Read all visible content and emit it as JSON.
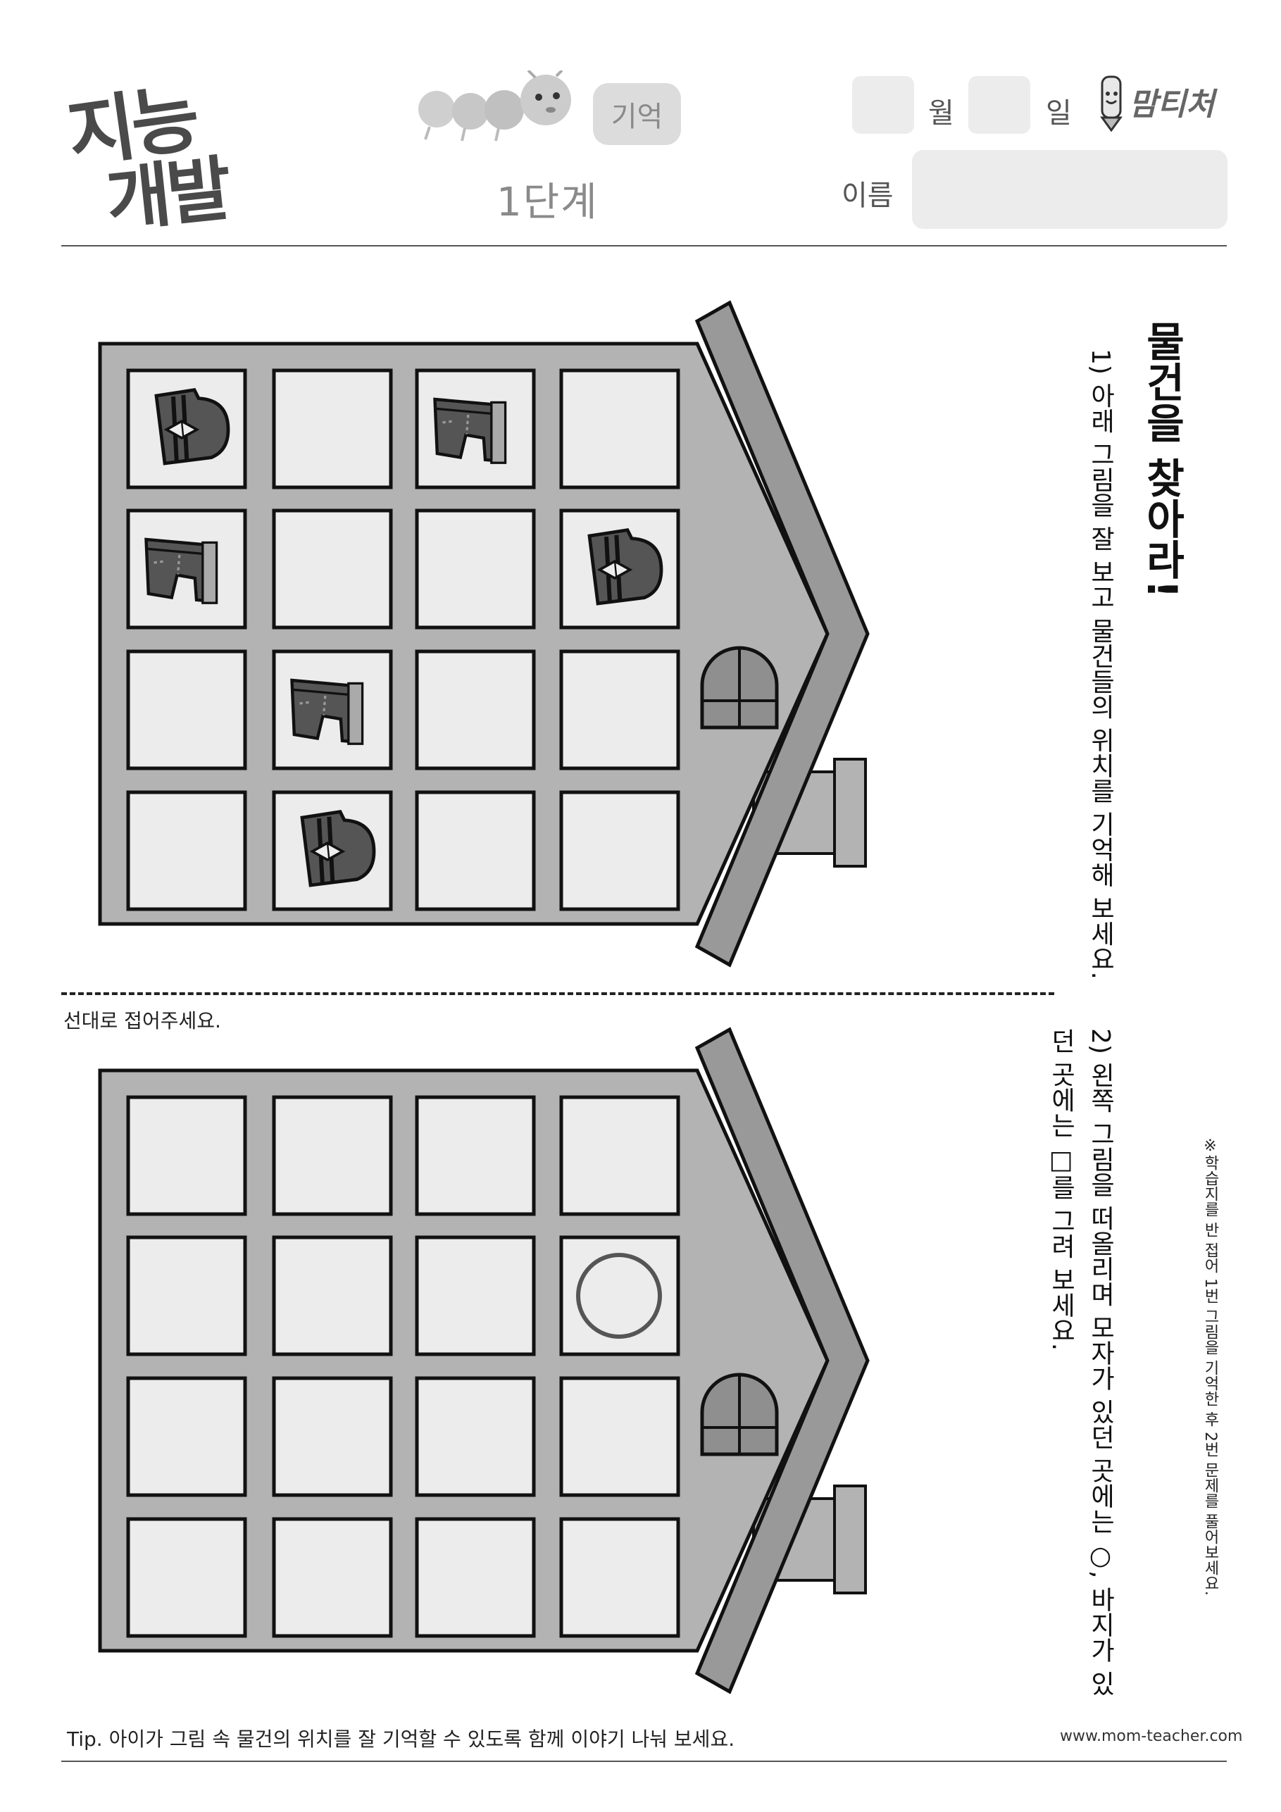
{
  "header": {
    "logo_line1": "지능",
    "logo_line2": "개발",
    "category_badge": "기억",
    "level": "1단계",
    "month_label": "월",
    "day_label": "일",
    "name_label": "이름",
    "brand": "맘티처"
  },
  "title": "물건을 찾아라!",
  "instruction_1": "1) 아래 그림을 잘 보고 물건들의 위치를 기억해 보세요.",
  "instruction_2": "2) 왼쪽 그림을 떠올리며 모자가 있던 곳에는 ○, 바지가 있던 곳에는 □를 그려 보세요.",
  "side_note": "※학습지를 반 접어 1번 그림을 기억한 후 2번 문제를 풀어보세요.",
  "fold_text": "선대로 접어주세요.",
  "tip": "Tip. 아이가 그림 속 물건의 위치를 잘 기억할 수 있도록 함께 이야기 나눠 보세요.",
  "website": "www.mom-teacher.com",
  "icons": [
    "caterpillar-icon",
    "pencil-mascot-icon",
    "hat-icon",
    "pants-icon",
    "circle-mark-icon",
    "half-round-window-icon"
  ],
  "colors": {
    "building": "#b3b3b3",
    "window": "#ececec",
    "outline": "#111111",
    "item": "#555555"
  },
  "grid_top": [
    [
      "hat",
      "",
      "pants",
      ""
    ],
    [
      "pants",
      "",
      "",
      "hat"
    ],
    [
      "",
      "pants",
      "",
      ""
    ],
    [
      "",
      "hat",
      "",
      ""
    ]
  ],
  "grid_bottom": [
    [
      "",
      "",
      "",
      ""
    ],
    [
      "",
      "",
      "",
      "circle"
    ],
    [
      "",
      "",
      "",
      ""
    ],
    [
      "",
      "",
      "",
      ""
    ]
  ]
}
